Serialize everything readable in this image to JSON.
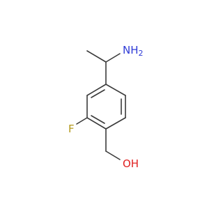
{
  "molecule": {
    "atoms": {
      "amine": {
        "label": "NH",
        "sub": "2",
        "color": "#2f3bd6"
      },
      "fluorine": {
        "label": "F",
        "color": "#b3991a"
      },
      "hydroxyl": {
        "label": "OH",
        "color": "#e02020"
      }
    },
    "bond_color": "#3a3a3a",
    "background": "#ffffff"
  }
}
